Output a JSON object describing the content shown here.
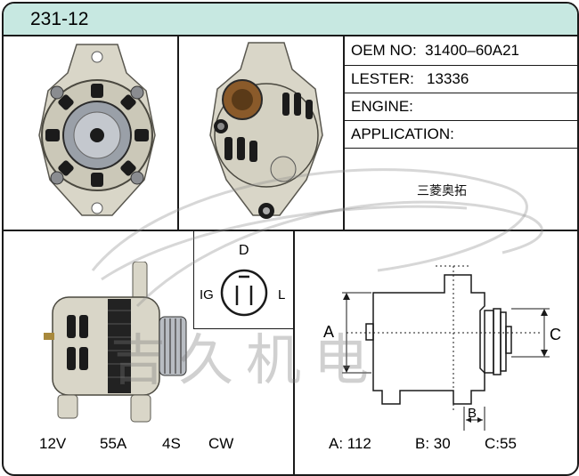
{
  "header": {
    "code": "231-12"
  },
  "specs_table": {
    "oem": {
      "label": "OEM NO:",
      "value": "31400–60A21"
    },
    "lester": {
      "label": "LESTER:",
      "value": "13336"
    },
    "engine": {
      "label": "ENGINE:",
      "value": ""
    },
    "application": {
      "label": "APPLICATION:",
      "value": ""
    }
  },
  "application_note": "三菱奥拓",
  "connector": {
    "top": "D",
    "left": "IG",
    "right": "L"
  },
  "electrical": {
    "voltage": "12V",
    "amperage": "55A",
    "groove": "4S",
    "rotation": "CW"
  },
  "dimension_labels": {
    "a": "A",
    "b": "B",
    "c": "C"
  },
  "dimensions": {
    "a": "A: 112",
    "b": "B: 30",
    "c": "C:55"
  },
  "watermark": "吉久机电",
  "colors": {
    "header_bg": "#c7e8e1",
    "border": "#1a1a1a",
    "casting": "#d9d6c8",
    "pulley": "#b8bcc2"
  }
}
